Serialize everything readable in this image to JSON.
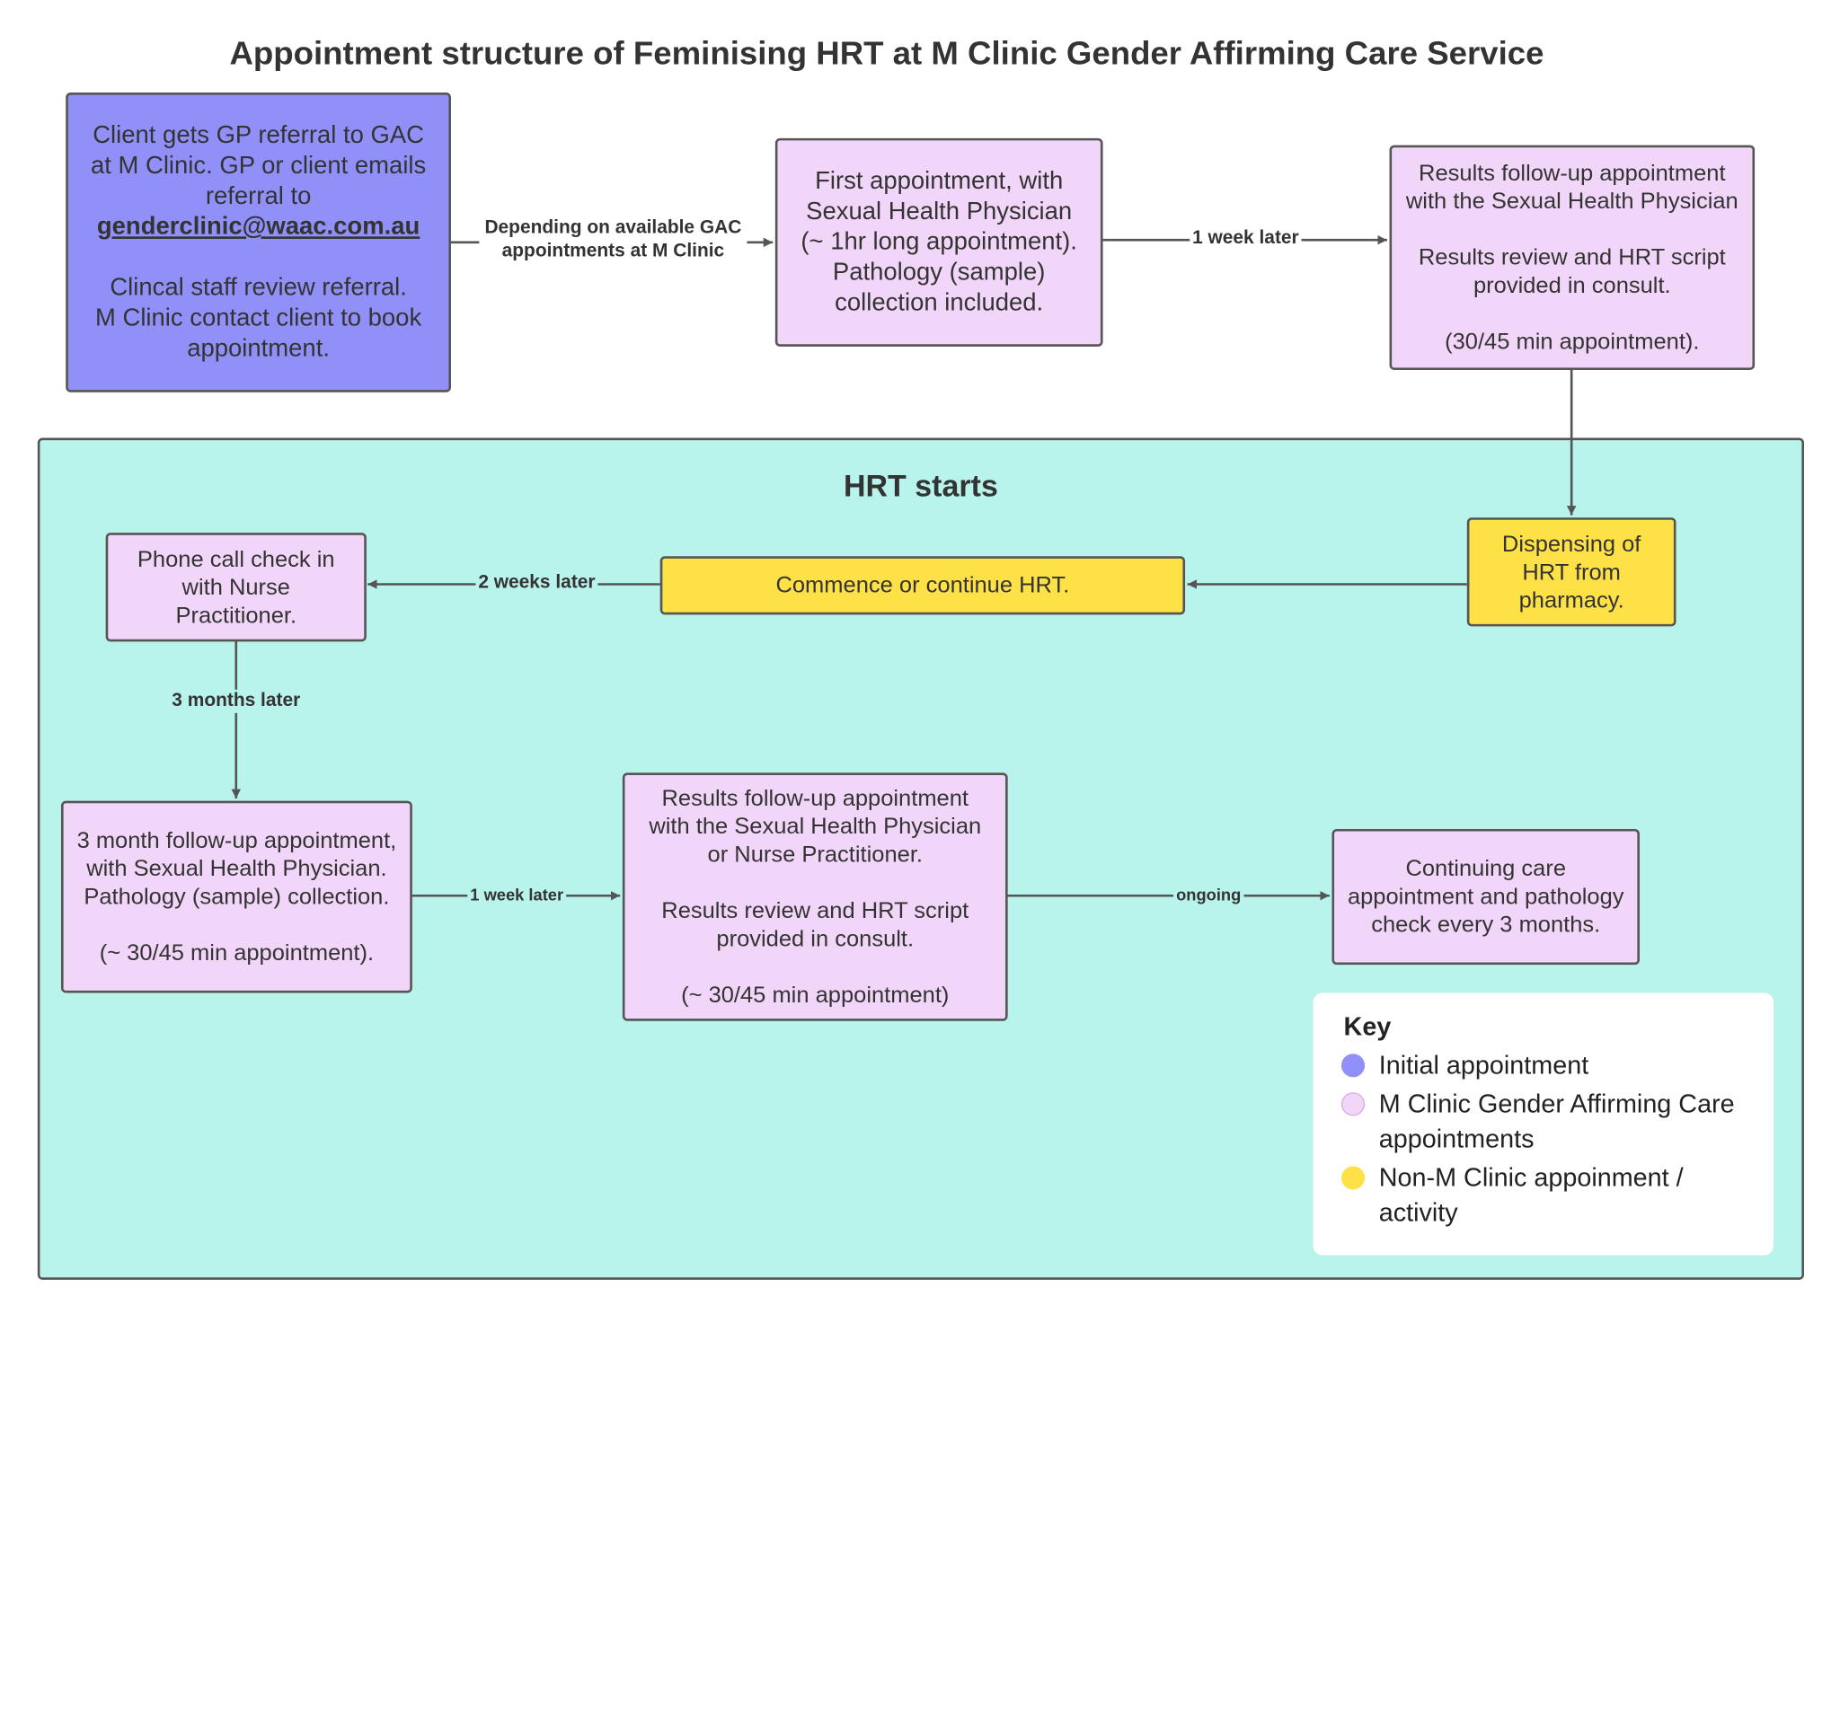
{
  "title": "Appointment structure of Feminising HRT at M Clinic Gender Affirming Care Service",
  "region_title": "HRT starts",
  "colors": {
    "initial": "#9090f8",
    "gac": "#f2d6f9",
    "non_m_clinic": "#fde147",
    "region": "#b8f4ec",
    "border": "#555555"
  },
  "nodes": {
    "referral": {
      "line1": "Client gets GP referral to GAC\nat M Clinic. GP or client emails\nreferral to",
      "email": "genderclinic@waac.com.au",
      "line2": "Clincal staff review referral.\nM Clinic contact client to book\nappointment."
    },
    "first_appt": "First appointment, with\nSexual Health Physician\n(~ 1hr long appointment).\nPathology (sample)\ncollection included.",
    "results_followup_1": "Results follow-up appointment\nwith the Sexual Health Physician\n\nResults review and HRT script\nprovided in consult.\n\n(30/45 min appointment).",
    "dispensing": "Dispensing of\nHRT from\npharmacy.",
    "commence": "Commence or continue HRT.",
    "phone_check": "Phone call check in\nwith Nurse\nPractitioner.",
    "three_month": "3 month follow-up appointment,\nwith Sexual Health Physician.\nPathology (sample) collection.\n\n(~ 30/45 min appointment).",
    "results_followup_2": "Results follow-up appointment\nwith the Sexual Health Physician\nor Nurse Practitioner.\n\nResults review and HRT script\nprovided in consult.\n\n(~ 30/45 min appointment)",
    "continuing": "Continuing care\nappointment and pathology\ncheck every 3 months."
  },
  "edges": {
    "referral_to_first": "Depending on available GAC\nappointments at M Clinic",
    "first_to_results": "1 week later",
    "dispensing_to_commence": "",
    "commence_to_phone": "2 weeks later",
    "phone_to_three_month": "3 months later",
    "three_month_to_results": "1 week later",
    "results_to_continuing": "ongoing"
  },
  "key": {
    "title": "Key",
    "items": [
      {
        "label": "Initial appointment",
        "color": "#9090f8"
      },
      {
        "label": "M Clinic Gender Affirming Care appointments",
        "color": "#f2d6f9"
      },
      {
        "label": "Non-M Clinic appoinment / activity",
        "color": "#fde147"
      }
    ]
  }
}
